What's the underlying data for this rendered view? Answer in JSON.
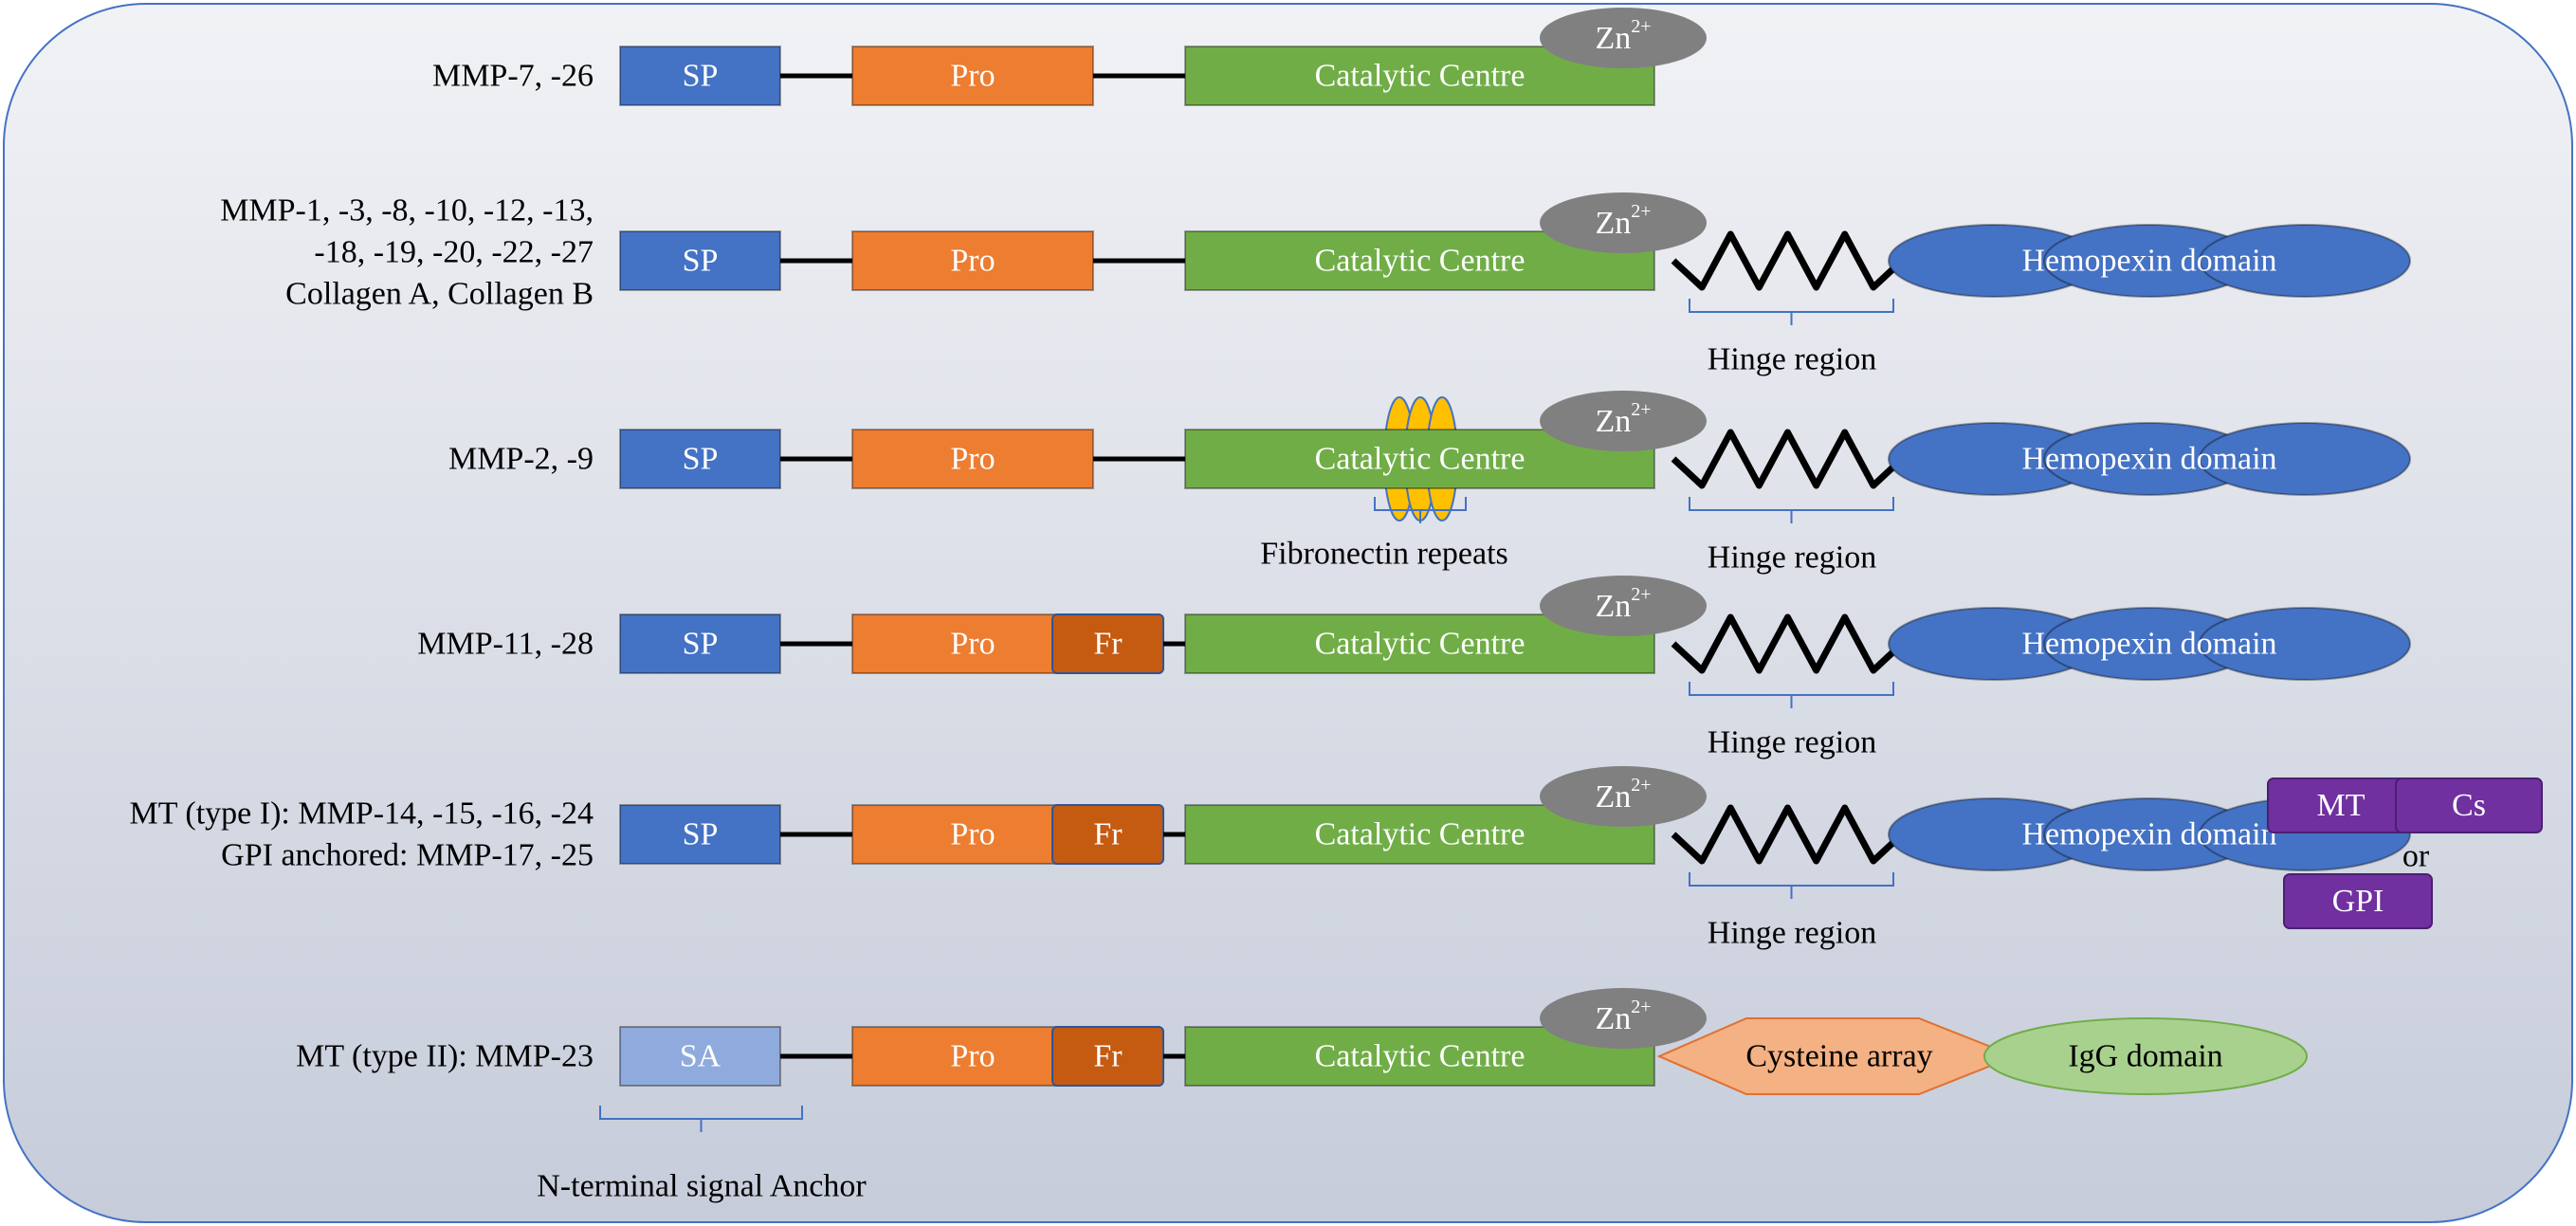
{
  "colors": {
    "sp": "#4472c4",
    "sp_light": "#8faadc",
    "pro": "#ed7d31",
    "furin": "#c55a11",
    "catalytic": "#70ad47",
    "zinc": "#808080",
    "hemopexin": "#4472c4",
    "membrane": "#7030a0",
    "cysteine": "#f4b183",
    "igg": "#a9d18e",
    "fibronectin": "#ffc000",
    "bracket": "#4472c4",
    "frame": "#4472c4"
  },
  "labels": {
    "sp": "SP",
    "sa": "SA",
    "pro": "Pro",
    "fr": "Fr",
    "catalytic": "Catalytic Centre",
    "zinc_base": "Zn",
    "zinc_sup": "2+",
    "hemopexin": "Hemopexin domain",
    "hinge": "Hinge region",
    "fibronectin": "Fibronectin  repeats",
    "mt": "MT",
    "cs": "Cs",
    "or": "or",
    "gpi": "GPI",
    "cysteine": "Cysteine array",
    "igg": "IgG domain",
    "n_anchor": "N-terminal signal Anchor"
  },
  "rows": [
    {
      "id": "mmp7",
      "names": [
        "MMP-7, -26"
      ]
    },
    {
      "id": "mmp1",
      "names": [
        "MMP-1, -3, -8, -10, -12, -13,",
        "-18, -19, -20, -22, -27",
        "Collagen A, Collagen B"
      ]
    },
    {
      "id": "mmp2",
      "names": [
        "MMP-2, -9"
      ]
    },
    {
      "id": "mmp11",
      "names": [
        "MMP-11, -28"
      ]
    },
    {
      "id": "mt1",
      "names": [
        "MT (type I): MMP-14, -15, -16, -24",
        "GPI anchored: MMP-17, -25"
      ]
    },
    {
      "id": "mt2",
      "names": [
        "MT (type II): MMP-23"
      ]
    }
  ]
}
